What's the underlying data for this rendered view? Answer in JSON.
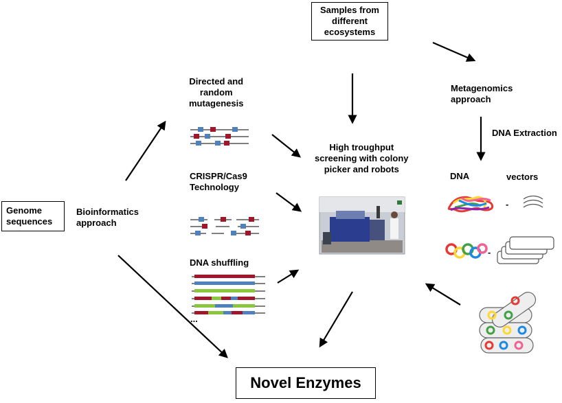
{
  "labels": {
    "samples": "Samples from\ndifferent\necosystems",
    "genome": "Genome\nsequences",
    "bioinformatics": "Bioinformatics\napproach",
    "directed": "Directed  and\nrandom\nmutagenesis",
    "crispr": "CRISPR/Cas9\nTechnology",
    "dna_shuffling": "DNA shuffling",
    "ellipsis": "...",
    "hts": "High troughput\nscreening with colony\npicker and robots",
    "metagenomics": "Metagenomics\napproach",
    "dna_extraction": "DNA Extraction",
    "dna": "DNA",
    "vectors": "vectors",
    "novel_enzymes": "Novel Enzymes"
  },
  "colors": {
    "blue": "#4f81bd",
    "red": "#a0162b",
    "green": "#8cc63f",
    "line": "#222222"
  },
  "icons": {
    "robot_photo": "lab-robot-photo",
    "dna_plasmid": "dna-plasmid-icon",
    "vector_lines": "vector-lines-icon",
    "plasmid_rings": "plasmid-rings-icon",
    "cells": "bacteria-cells-icon"
  }
}
